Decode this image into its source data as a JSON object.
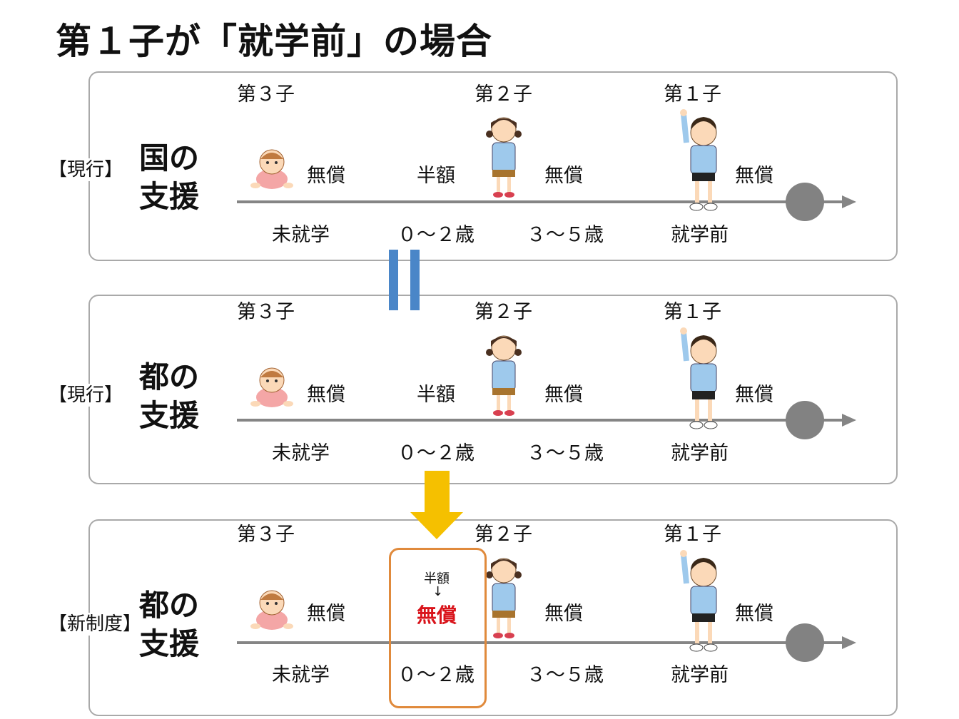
{
  "title": "第１子が「就学前」の場合",
  "panels": [
    {
      "status": "【現行】",
      "support_line1": "国の",
      "support_line2": "支援",
      "children": [
        "第３子",
        "第２子",
        "第１子"
      ],
      "costs": [
        "無償",
        "半額",
        "無償",
        "無償"
      ],
      "ages": [
        "未就学",
        "０～２歳",
        "３～５歳",
        "就学前"
      ]
    },
    {
      "status": "【現行】",
      "support_line1": "都の",
      "support_line2": "支援",
      "children": [
        "第３子",
        "第２子",
        "第１子"
      ],
      "costs": [
        "無償",
        "半額",
        "無償",
        "無償"
      ],
      "ages": [
        "未就学",
        "０～２歳",
        "３～５歳",
        "就学前"
      ]
    },
    {
      "status": "【新制度】",
      "support_line1": "都の",
      "support_line2": "支援",
      "children": [
        "第３子",
        "第２子",
        "第１子"
      ],
      "costs": [
        "無償",
        "無償",
        "無償",
        "無償"
      ],
      "change_from": "半額",
      "change_arrow": "↓",
      "ages": [
        "未就学",
        "０～２歳",
        "３～５歳",
        "就学前"
      ]
    }
  ],
  "colors": {
    "equals": "#4a86c8",
    "arrow": "#f5c000",
    "highlight": "#e08a3c",
    "new_cost": "#d9141b"
  }
}
